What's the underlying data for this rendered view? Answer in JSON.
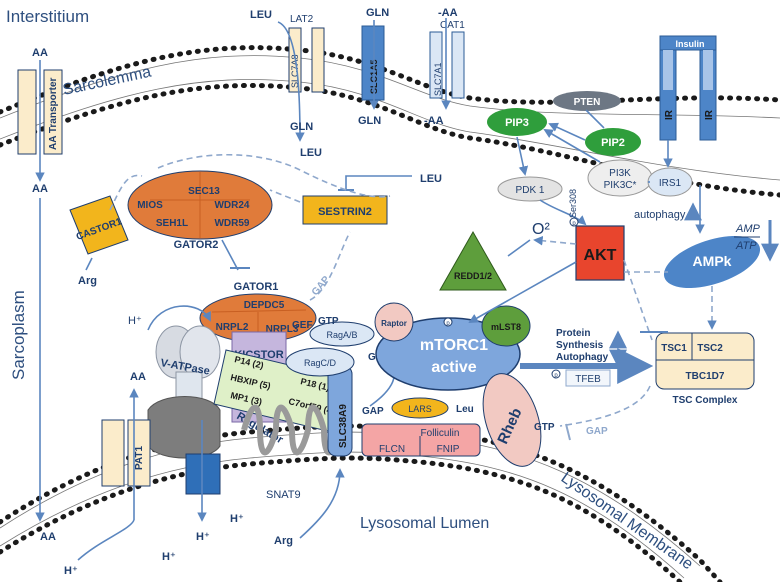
{
  "regions": {
    "interstitium": "Interstitium",
    "sarcolemma": "Sarcolemma",
    "sarcoplasm": "Sarcoplasm",
    "lysosomal_lumen": "Lysosomal Lumen",
    "lysosomal_membrane": "Lysosomal Membrane"
  },
  "transporters": {
    "aa_transporter": "AA Transporter",
    "lat2": "LAT2",
    "slc7a8": "SLC7A8",
    "slc1a5": "SLC1A5",
    "cat1": "CAT1",
    "slc7a1": "SLC7A1",
    "pat1": "PAT1",
    "snat9": "SNAT9",
    "slc38a9": "SLC38A9"
  },
  "molecules": {
    "aa": "AA",
    "minus_aa": "-AA",
    "leu": "LEU",
    "leu_short": "Leu",
    "gln": "GLN",
    "arg": "Arg",
    "h_plus": "H⁺",
    "o2": "O²",
    "gtp": "GTP",
    "gdp": "GDP"
  },
  "receptor": {
    "insulin": "Insulin",
    "ir": "IR"
  },
  "signaling": {
    "pten": "PTEN",
    "pip3": "PIP3",
    "pip2": "PIP2",
    "pi3k": "PI3K",
    "pik3c": "PIK3C*",
    "irs1": "IRS1",
    "pdk1": "PDK 1",
    "ser308": "Ser308",
    "akt": "AKT",
    "ampk": "AMPk",
    "amp": "AMP",
    "atp": "ATP",
    "autophagy": "autophagy",
    "redd": "REDD1/2",
    "sestrin": "SESTRIN2",
    "castor": "CASTOR1",
    "tsc1": "TSC1",
    "tsc2": "TSC2",
    "tbc1d7": "TBC1D7",
    "tsc_complex": "TSC  Complex",
    "p_marker": "p"
  },
  "gator2": {
    "sec13": "SEC13",
    "mios": "MIOS",
    "wdr24": "WDR24",
    "seh1l": "SEH1L",
    "wdr59": "WDR59",
    "name": "GATOR2"
  },
  "gator1": {
    "name": "GATOR1",
    "depdc5": "DEPDC5",
    "nprl2": "NRPL2",
    "nprl3": "NRPL3"
  },
  "lysosome_complex": {
    "kicstor": "KICSTOR",
    "vatpase": "V-ATPase",
    "ragulator": "Ragulator",
    "p14": "P14 (2)",
    "hbxip": "HBXIP (5)",
    "mp1": "MP1 (3)",
    "p18": "P18 (1)",
    "c7orf59": "C7orf59 (4)",
    "raga_b": "RagA/B",
    "ragc_d": "RagC/D",
    "gef": "GEF",
    "gap": "GAP"
  },
  "mtorc1": {
    "raptor": "Raptor",
    "mlst8": "mLST8",
    "line1": "mTORC1",
    "line2": "active",
    "protein": "Protein",
    "synthesis": "Synthesis",
    "autophagy": "Autophagy",
    "tfeb": "TFEB"
  },
  "other": {
    "lars": "LARS",
    "folliculin": "Folliculin",
    "flcn": "FLCN",
    "fnip": "FNIP",
    "rheb": "Rheb"
  },
  "colors": {
    "membrane_dot": "#1a1a1a",
    "arrow": "#5b86bf",
    "gator_orange": "#e07b3a",
    "castor_yellow": "#f2b51c",
    "akt_red": "#e8452d",
    "redd_green": "#5e9e3c",
    "pip_green": "#2f9e3c",
    "ampk_blue": "#4d85c8",
    "mtor_blue": "#7ea6dc",
    "rheb_pink": "#f2c9c2"
  }
}
